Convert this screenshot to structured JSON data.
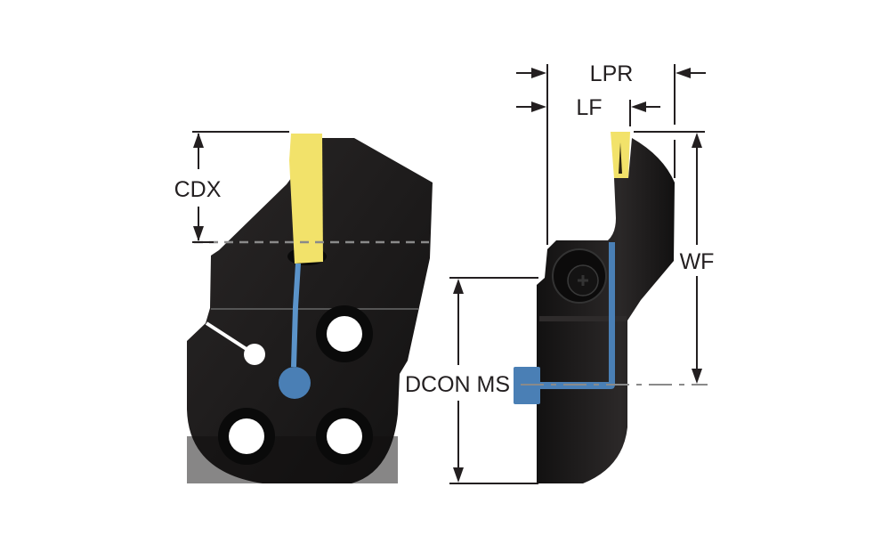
{
  "labels": {
    "cdx": "CDX",
    "lpr": "LPR",
    "lf": "LF",
    "wf": "WF",
    "dcon_ms": "DCON MS"
  },
  "colors": {
    "body": "#1a1818",
    "insert": "#f2e26a",
    "coolant": "#4a7fb5",
    "dimension": "#231f20",
    "centerline": "#8a8a8a"
  }
}
